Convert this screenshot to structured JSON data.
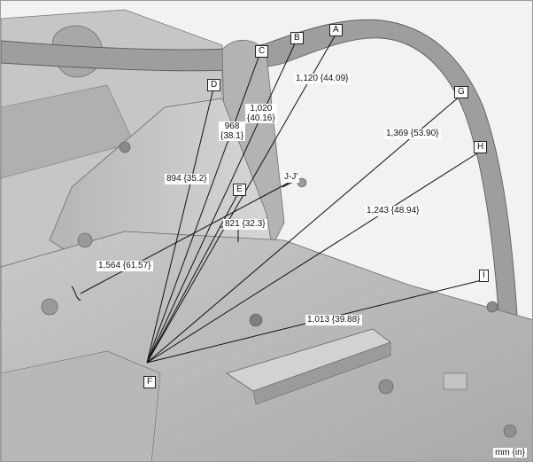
{
  "units_label": "mm {in}",
  "points": {
    "A": "A",
    "B": "B",
    "C": "C",
    "D": "D",
    "E": "E",
    "F": "F",
    "G": "G",
    "H": "H",
    "I": "I",
    "JJ": "J-J'"
  },
  "dimensions": {
    "F_to_A": "1,120 {44.09}",
    "F_to_B_value": "1,020",
    "F_to_B_inch": "{40.16}",
    "F_to_C_value": "968",
    "F_to_C_inch": "{38.1}",
    "F_to_D": "894 {35.2}",
    "F_to_E": "821 {32.3}",
    "F_to_G": "1,369 {53.90}",
    "F_to_H": "1,243 {48.94}",
    "F_to_I": "1,013 {39.88}",
    "J_to_J": "1,564 {61.57}"
  },
  "colors": {
    "line": "#222222",
    "panel_light": "#d9d9d9",
    "panel_mid": "#b9b9b9",
    "panel_dark": "#8d8d8d"
  }
}
